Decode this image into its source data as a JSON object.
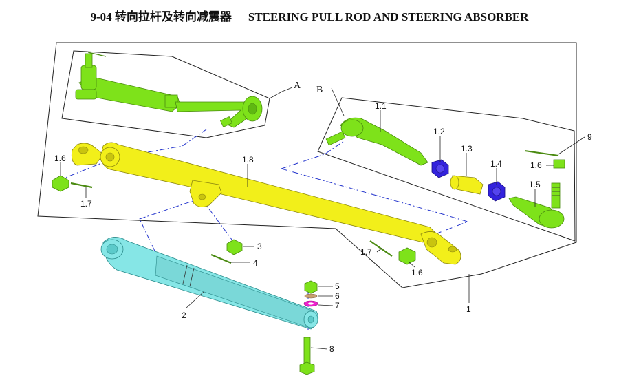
{
  "title": {
    "code": "9-04",
    "cn": "转向拉杆及转向减震器",
    "en": "STEERING PULL ROD AND STEERING ABSORBER"
  },
  "group_labels": {
    "a": "A",
    "b": "B"
  },
  "callouts": {
    "p1": "1",
    "p1_1": "1.1",
    "p1_2": "1.2",
    "p1_3": "1.3",
    "p1_4": "1.4",
    "p1_5": "1.5",
    "p1_6_left": "1.6",
    "p1_6_right": "1.6",
    "p1_6_b": "1.6",
    "p1_7_left": "1.7",
    "p1_7_right": "1.7",
    "p1_8": "1.8",
    "p2": "2",
    "p3": "3",
    "p4": "4",
    "p5": "5",
    "p6": "6",
    "p7": "7",
    "p8": "8",
    "p9": "9"
  },
  "colors": {
    "green": "#7ee21a",
    "yellow": "#f2ef1a",
    "cyan": "#86e6e6",
    "blue": "#3322dd",
    "magenta": "#ee22cc",
    "tan": "#c8a070"
  }
}
